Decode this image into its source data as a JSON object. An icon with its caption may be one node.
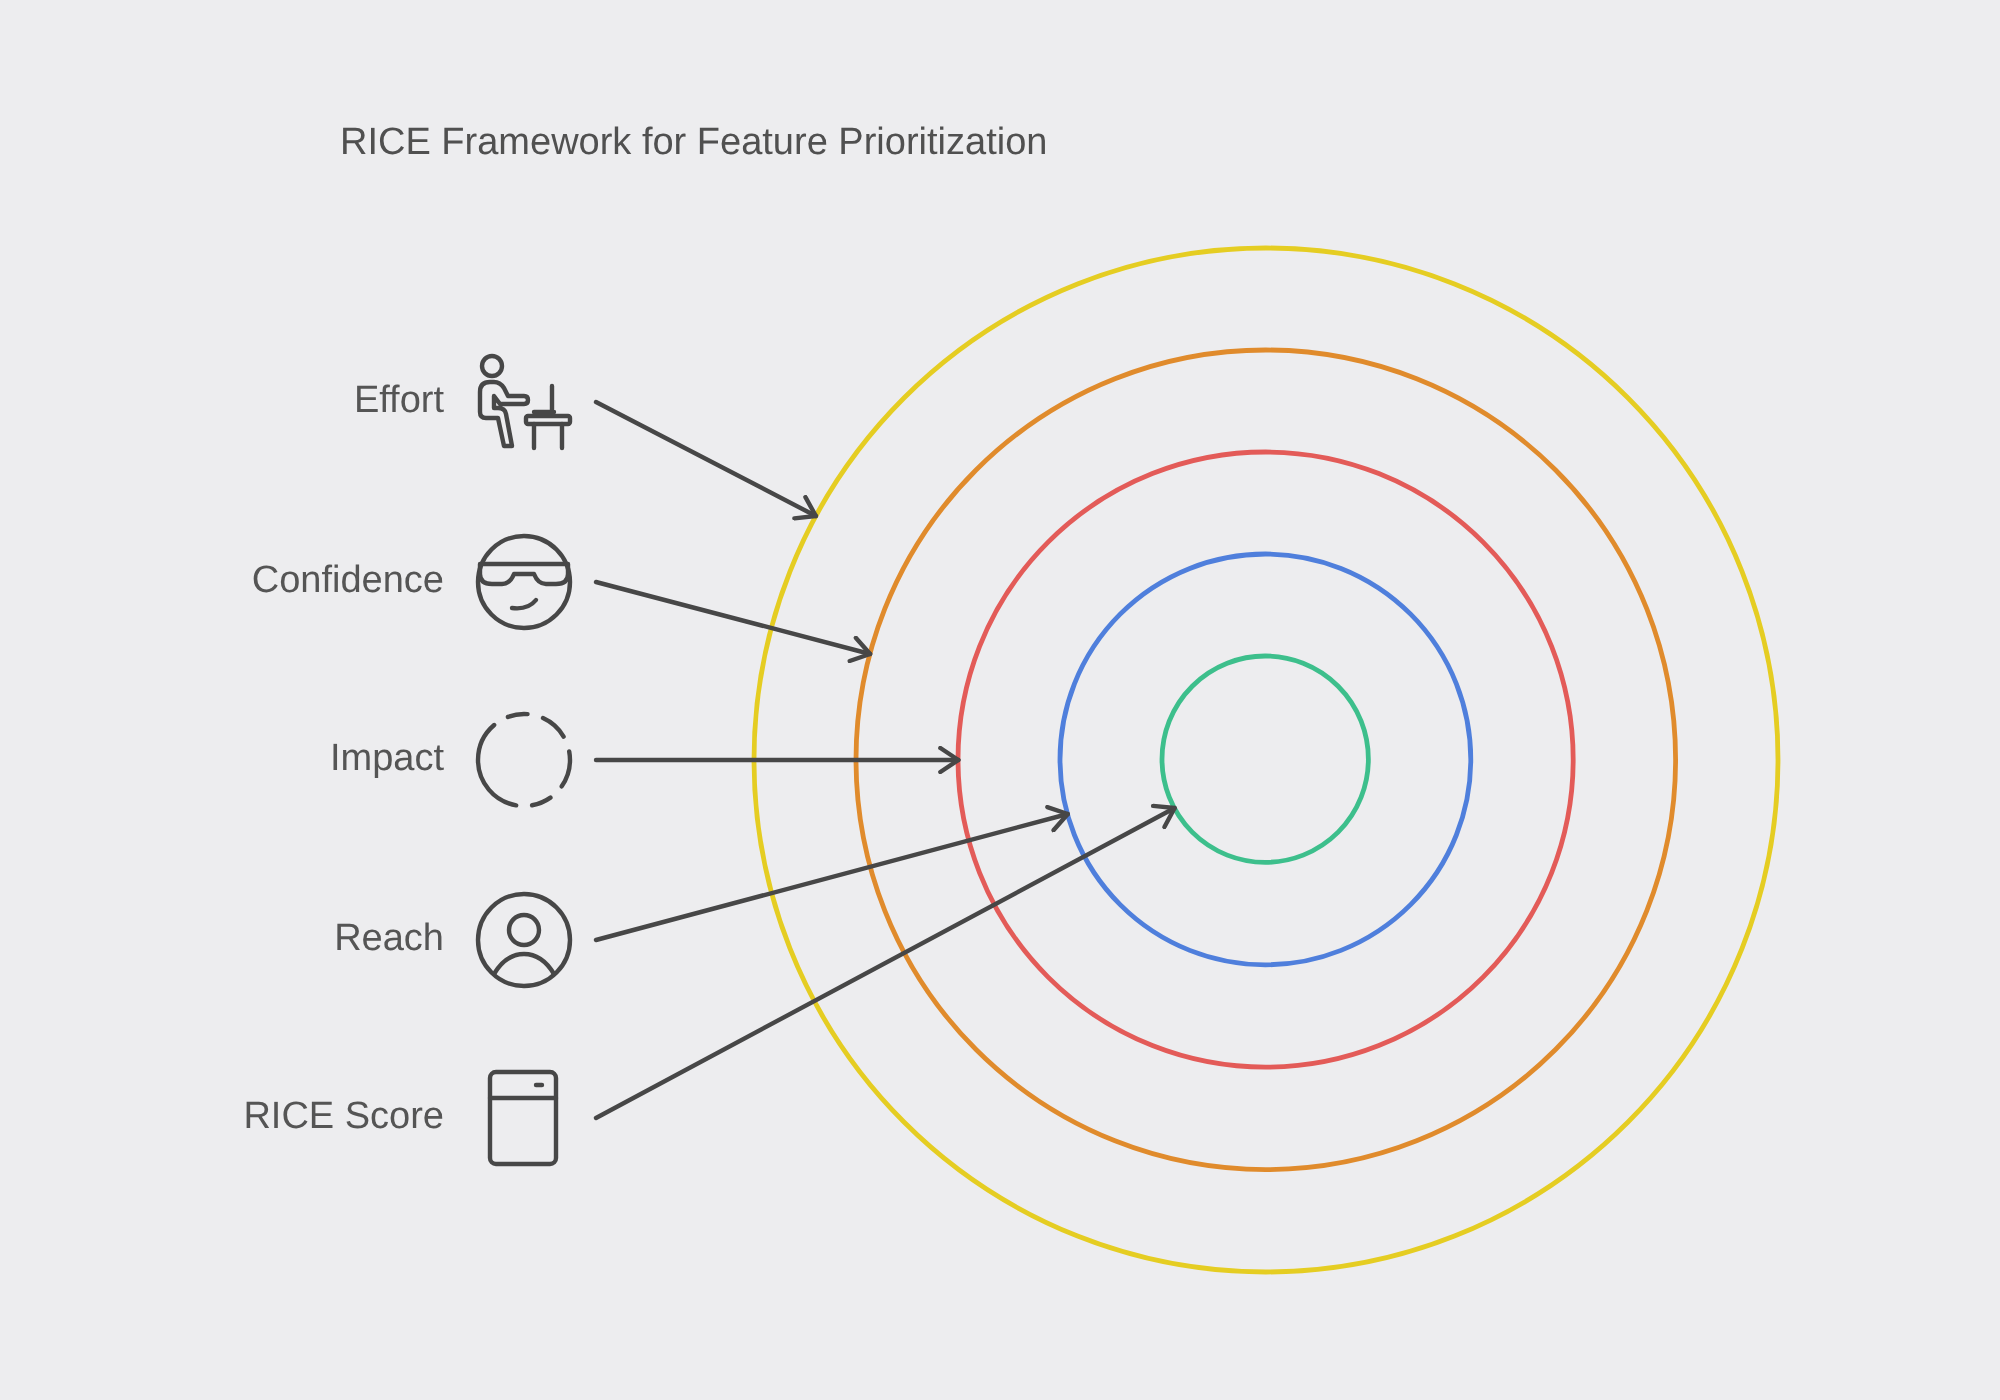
{
  "diagram": {
    "title": "RICE Framework for Feature Prioritization",
    "nodes": [
      {
        "text": [
          "Effort"
        ]
      },
      {
        "text": [
          "Confidence"
        ]
      },
      {
        "text": [
          "Impact"
        ]
      },
      {
        "text": [
          "Reach"
        ]
      },
      {
        "text": [
          "RICE Score"
        ]
      },
      {
        "text": [],
        "shape": "circle"
      },
      {
        "text": [],
        "shape": "circle",
        "in": 5
      },
      {
        "text": [],
        "shape": "circle",
        "in": 6
      },
      {
        "text": [],
        "shape": "circle",
        "in": 7
      },
      {
        "text": [],
        "shape": "circle",
        "in": 8
      }
    ],
    "edges": [
      {
        "from": 0,
        "to": 5,
        "arrow": "to"
      },
      {
        "from": 1,
        "to": 6,
        "arrow": "to"
      },
      {
        "from": 2,
        "to": 7,
        "arrow": "to"
      },
      {
        "from": 3,
        "to": 8,
        "arrow": "to"
      },
      {
        "from": 4,
        "to": 9,
        "arrow": "to"
      }
    ]
  }
}
